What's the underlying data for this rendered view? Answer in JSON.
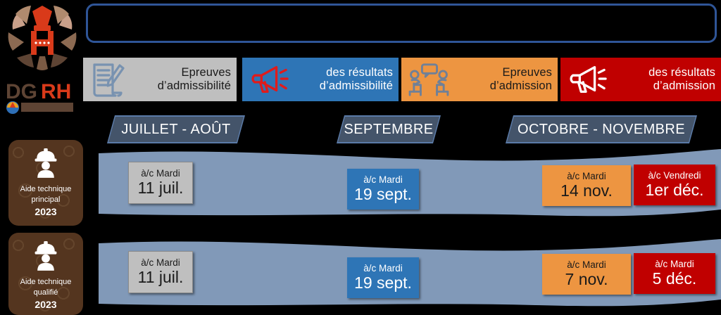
{
  "logo": {
    "emblem_name": "dgrh-emblem",
    "wordmark": "DGRH"
  },
  "top_banner": {
    "text": "",
    "border_color": "#2f5597"
  },
  "legend": {
    "items": [
      {
        "icon": "document-pencil-icon",
        "label": "Epreuves\nd’admissibilité",
        "bg": "#bfbfbf",
        "fg": "#1a1a1a"
      },
      {
        "icon": "megaphone-icon",
        "label": "des résultats\nd’admissibilité",
        "bg": "#2e75b6",
        "fg": "#ffffff"
      },
      {
        "icon": "interview-people-icon",
        "label": "Epreuves\nd’admission",
        "bg": "#ed9541",
        "fg": "#1a1a1a"
      },
      {
        "icon": "megaphone-icon",
        "label": "des résultats\nd’admission",
        "bg": "#c00000",
        "fg": "#ffffff"
      }
    ]
  },
  "months": [
    {
      "label": "JUILLET - AOÛT"
    },
    {
      "label": "SEPTEMBRE"
    },
    {
      "label": "OCTOBRE - NOVEMBRE"
    }
  ],
  "categories": [
    {
      "icon": "worker-helmet-icon",
      "label": "Aide technique\nprincipal",
      "year": "2023"
    },
    {
      "icon": "worker-helmet-icon",
      "label": "Aide technique\nqualifié",
      "year": "2023"
    }
  ],
  "rows": [
    {
      "category": "Aide technique principal 2023",
      "chips": [
        {
          "top": "à/c Mardi",
          "date": "11 juil.",
          "style": "c-grey"
        },
        {
          "top": "à/c Mardi",
          "date": "19 sept.",
          "style": "c-blue"
        },
        {
          "top": "à/c Mardi",
          "date": "14 nov.",
          "style": "c-orange"
        },
        {
          "top": "à/c Vendredi",
          "date": "1er déc.",
          "style": "c-red"
        }
      ]
    },
    {
      "category": "Aide technique qualifié 2023",
      "chips": [
        {
          "top": "à/c Mardi",
          "date": "11 juil.",
          "style": "c-grey"
        },
        {
          "top": "à/c Mardi",
          "date": "19 sept.",
          "style": "c-blue"
        },
        {
          "top": "à/c Mardi",
          "date": "7 nov.",
          "style": "c-orange"
        },
        {
          "top": "à/c Mardi",
          "date": "5 déc.",
          "style": "c-red"
        }
      ]
    }
  ],
  "colors": {
    "band": "#8199b8",
    "ribbon": "#44546a",
    "ribbon_edge": "#5b7ba8",
    "card": "#54351f",
    "grey": "#bfbfbf",
    "blue": "#2e75b6",
    "orange": "#ed9541",
    "red": "#c00000"
  }
}
